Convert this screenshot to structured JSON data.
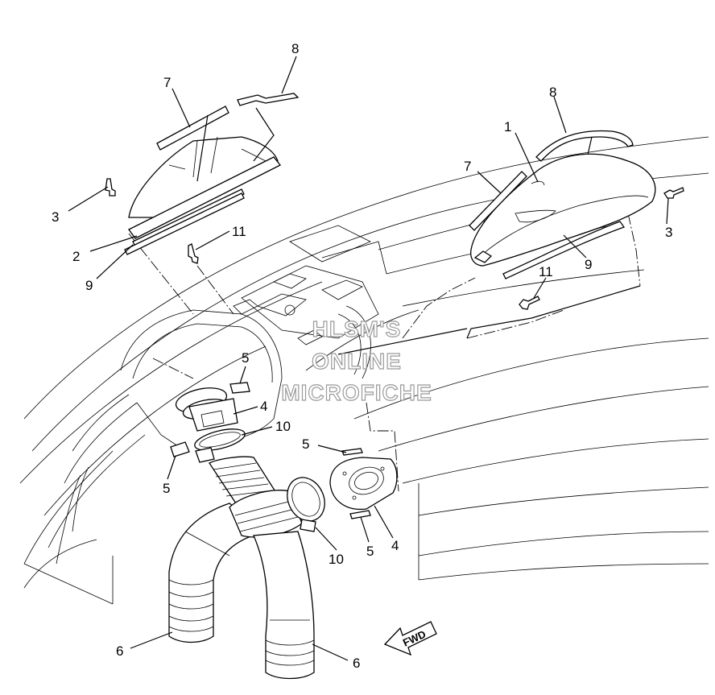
{
  "watermark": {
    "line1": "HLSM'S",
    "line2": "ONLINE",
    "line3": "MICROFICHE"
  },
  "fwd_label": "FWD",
  "callouts": {
    "c1": "1",
    "c2": "2",
    "c3_left": "3",
    "c3_right": "3",
    "c4_upper": "4",
    "c4_lower": "4",
    "c5_a": "5",
    "c5_b": "5",
    "c5_c": "5",
    "c5_d": "5",
    "c6_left": "6",
    "c6_right": "6",
    "c7_left": "7",
    "c7_right": "7",
    "c8_left": "8",
    "c8_right": "8",
    "c9_left": "9",
    "c9_right": "9",
    "c10_upper": "10",
    "c10_lower": "10",
    "c11_left": "11",
    "c11_right": "11"
  }
}
